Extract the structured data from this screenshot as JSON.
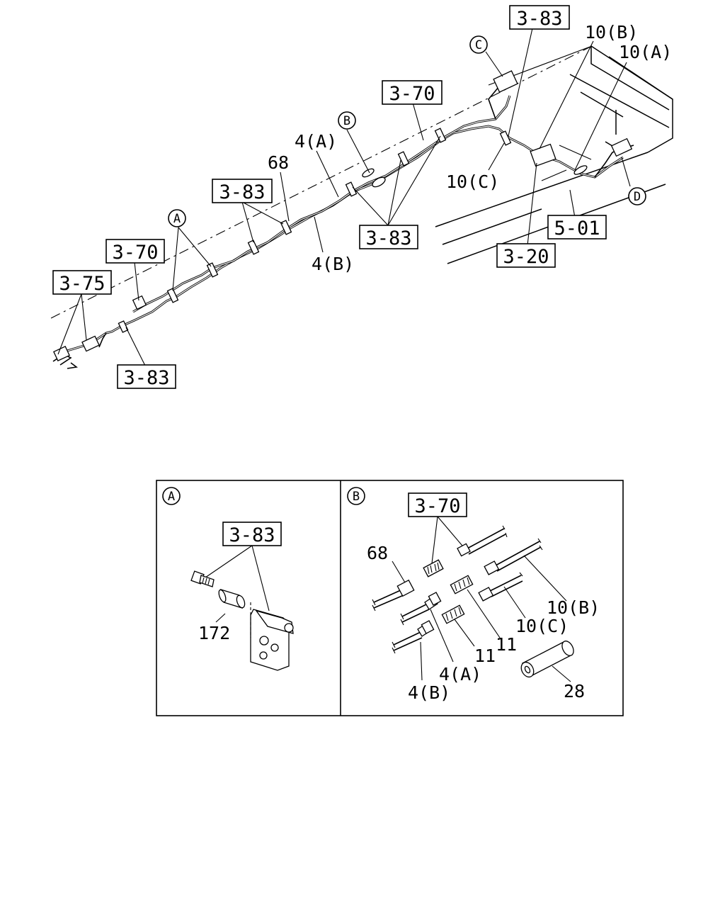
{
  "callouts": {
    "box_3_83_top": "3-83",
    "label_10b_top": "10(B)",
    "label_10a_top": "10(A)",
    "circle_c": "C",
    "box_3_70_top": "3-70",
    "circle_b_top": "B",
    "label_4a_top": "4(A)",
    "label_68_top": "68",
    "box_3_83_mid": "3-83",
    "label_10c_top": "10(C)",
    "box_3_83_center": "3-83",
    "circle_d": "D",
    "box_5_01": "5-01",
    "box_3_20": "3-20",
    "circle_a_top": "A",
    "box_3_70_left": "3-70",
    "label_4b_top": "4(B)",
    "box_3_75": "3-75",
    "box_3_83_bottom": "3-83"
  },
  "detail_a": {
    "circle": "A",
    "box_3_83": "3-83",
    "label_172": "172"
  },
  "detail_b": {
    "circle": "B",
    "box_3_70": "3-70",
    "label_68": "68",
    "label_10b": "10(B)",
    "label_10c": "10(C)",
    "label_11_upper": "11",
    "label_11_lower": "11",
    "label_4a": "4(A)",
    "label_4b": "4(B)",
    "label_28": "28"
  }
}
